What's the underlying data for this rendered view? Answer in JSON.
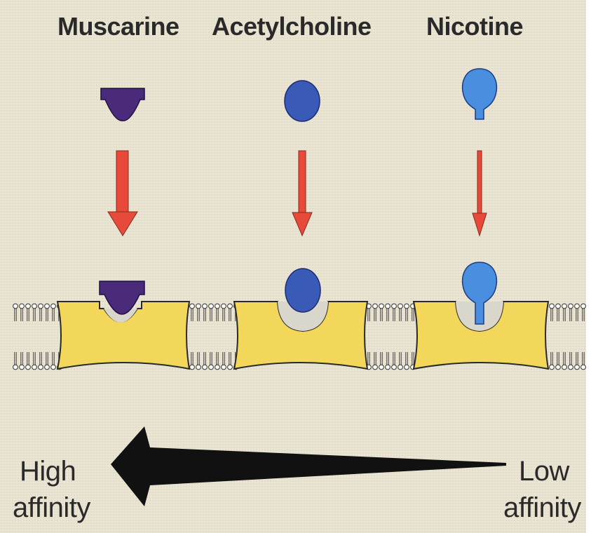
{
  "ligands": [
    {
      "name": "Muscarine",
      "shape_color": "#4a2a7a"
    },
    {
      "name": "Acetylcholine",
      "shape_color": "#3a5ab8"
    },
    {
      "name": "Nicotine",
      "shape_color": "#4a8ee0"
    }
  ],
  "affinity": {
    "high_line1": "High",
    "high_line2": "affinity",
    "low_line1": "Low",
    "low_line2": "affinity"
  },
  "colors": {
    "background": "#eae4d3",
    "receptor": "#f2d75a",
    "arrow_down": "#e84a3a",
    "gradient_arrow": "#111111"
  }
}
